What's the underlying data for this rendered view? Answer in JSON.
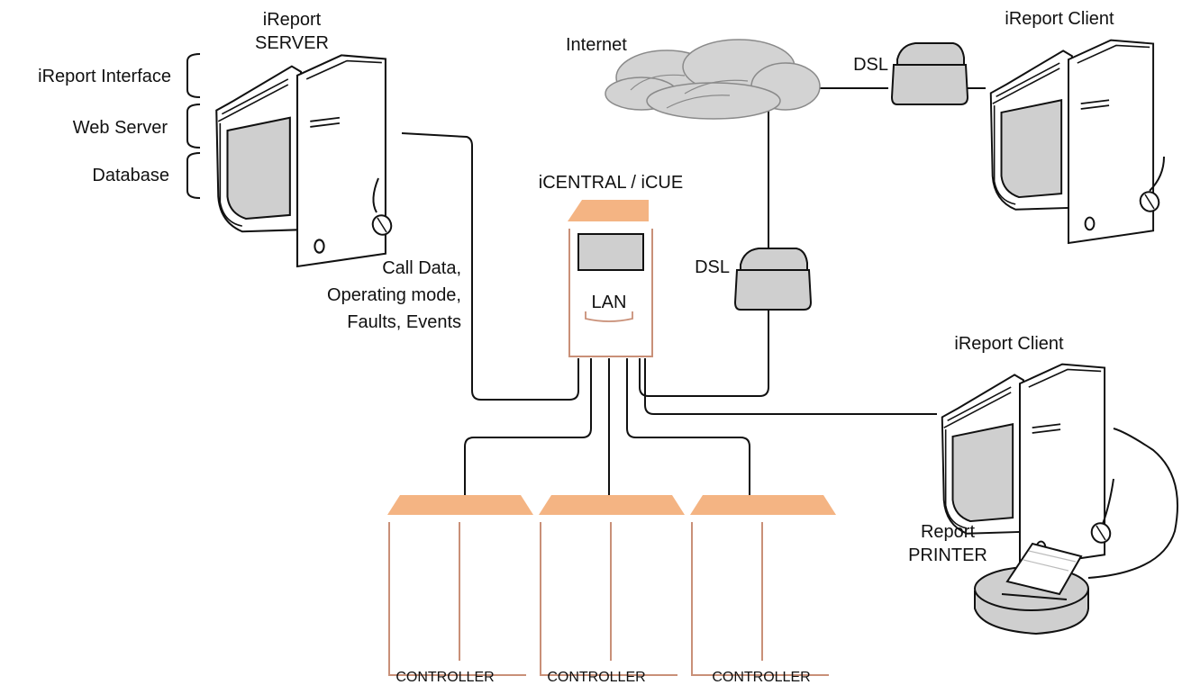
{
  "labels": {
    "server_line1": "iReport",
    "server_line2": "SERVER",
    "layer_interface": "iReport Interface",
    "layer_web": "Web Server",
    "layer_db": "Database",
    "internet": "Internet",
    "dsl_top": "DSL",
    "client_top": "iReport Client",
    "icentral": "iCENTRAL / iCUE",
    "lan": "LAN",
    "dsl_mid": "DSL",
    "data_line1": "Call Data,",
    "data_line2": "Operating mode,",
    "data_line3": "Faults, Events",
    "client_bottom": "iReport Client",
    "printer_line1": "Report",
    "printer_line2": "PRINTER",
    "controller_1": "CONTROLLER",
    "controller_2": "CONTROLLER",
    "controller_3": "CONTROLLER"
  },
  "icons": {
    "server": "tower-computer-icon",
    "client": "tower-computer-icon",
    "cloud": "internet-cloud-icon",
    "modem": "dsl-modem-icon",
    "printer": "printer-icon",
    "hub": "icentral-unit-icon",
    "controller": "controller-cabinet-icon"
  },
  "colors": {
    "accent_fill": "#F4B483",
    "accent_line": "#C99078",
    "device_gray": "#CFCFCF",
    "cloud_gray": "#D3D3D3",
    "line": "#111111"
  }
}
